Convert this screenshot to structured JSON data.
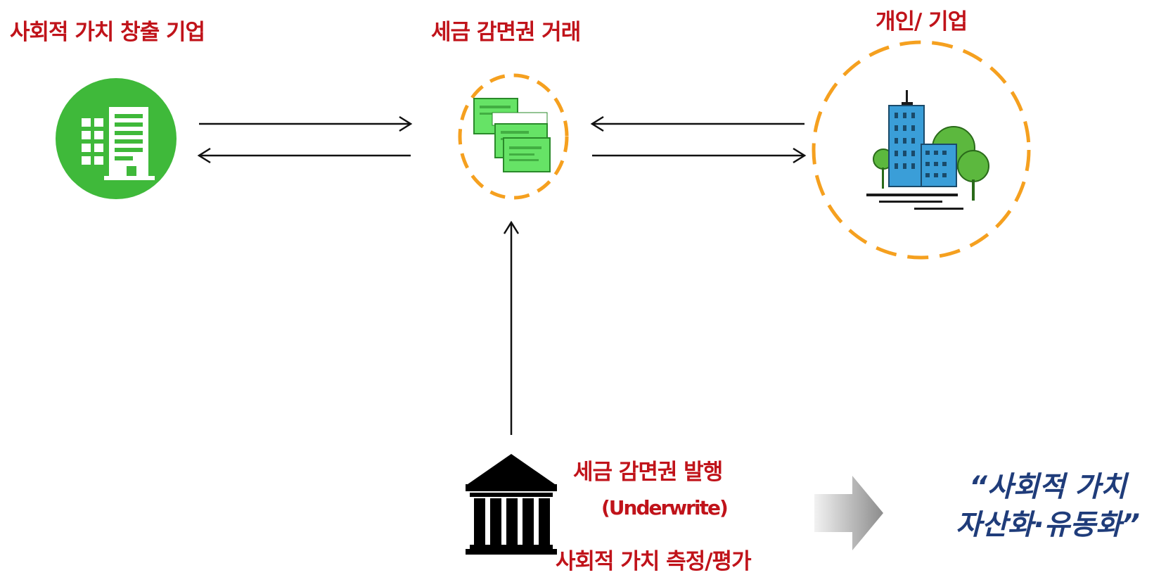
{
  "labels": {
    "creator": "사회적 가치 창출 기업",
    "exchange": "세금 감면권  거래",
    "individual": "개인/ 기업",
    "issue": "세금 감면권 발행",
    "underwrite": "(Underwrite)",
    "measure": "사회적 가치 측정/평가"
  },
  "quote": {
    "line1": "“사회적 가치",
    "line2": "자산화·유동화”"
  },
  "icons": {
    "creator": "office-building-icon",
    "exchange": "certificates-icon",
    "individual": "city-buildings-icon",
    "issuer": "bank-institution-icon",
    "arrow": "block-arrow-right-icon"
  },
  "colors": {
    "label_red": "#c0131a",
    "quote_blue": "#1f3c7a",
    "green_circle": "#3fb93a",
    "dashed_orange": "#f5a01f",
    "certificate_green": "#66e366"
  }
}
